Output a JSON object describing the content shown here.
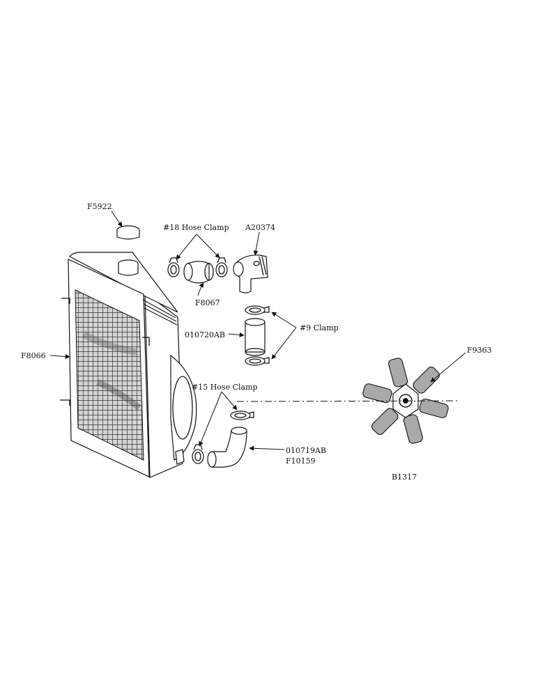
{
  "labels": {
    "cap": "F5922",
    "hose_clamp_18": "#18 Hose Clamp",
    "outlet": "A20374",
    "upper_hose": "F8067",
    "straight_hose": "010720AB",
    "clamp_9": "#9 Clamp",
    "radiator": "F8066",
    "fan": "F9363",
    "hose_clamp_15": "#15 Hose Clamp",
    "lower_hose_a": "010719AB",
    "lower_hose_b": "F10159",
    "figure_number": "B1317"
  }
}
